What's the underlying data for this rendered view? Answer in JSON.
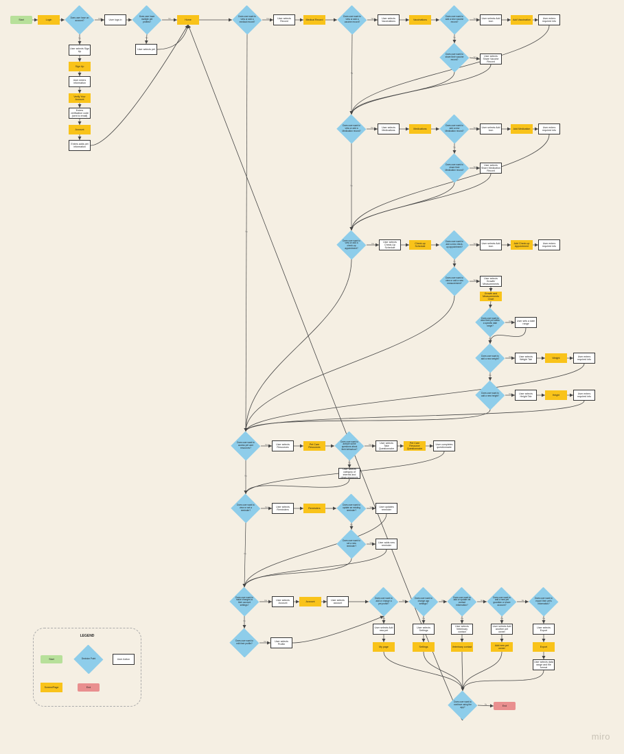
{
  "nodes": [
    {
      "id": "start",
      "type": "start",
      "text": "Start"
    },
    {
      "id": "login",
      "type": "screen",
      "text": "Login"
    },
    {
      "id": "d_account",
      "type": "decision",
      "text": "Does user have an account?"
    },
    {
      "id": "signin",
      "type": "action",
      "text": "User logs in"
    },
    {
      "id": "d_multipets",
      "type": "decision",
      "text": "Does user have multiple pet profiles?"
    },
    {
      "id": "selectpet",
      "type": "action",
      "text": "User selects pet"
    },
    {
      "id": "home",
      "type": "screen",
      "text": "Home"
    },
    {
      "id": "signup_sel",
      "type": "action",
      "text": "User selects Sign Up"
    },
    {
      "id": "signup",
      "type": "screen",
      "text": "Sign Up"
    },
    {
      "id": "enterinfo",
      "type": "action",
      "text": "User enters information"
    },
    {
      "id": "verify",
      "type": "screen",
      "text": "Verify Your Account"
    },
    {
      "id": "entercode",
      "type": "action",
      "text": "Enters verification code (sent to email)"
    },
    {
      "id": "account1",
      "type": "screen",
      "text": "Account"
    },
    {
      "id": "addpetinfo",
      "type": "action",
      "text": "Enters adds pet information"
    },
    {
      "id": "d_records",
      "type": "decision",
      "text": "Does user want to view or add a medical record?"
    },
    {
      "id": "sel_records",
      "type": "action",
      "text": "User selects Record"
    },
    {
      "id": "medrec",
      "type": "screen",
      "text": "Medical Record"
    },
    {
      "id": "d_vacc",
      "type": "decision",
      "text": "Does user want to view or add a vaccine record?"
    },
    {
      "id": "sel_vacc",
      "type": "action",
      "text": "User selects Vaccinations"
    },
    {
      "id": "vacc",
      "type": "screen",
      "text": "Vaccinations"
    },
    {
      "id": "d_vacc_add",
      "type": "decision",
      "text": "Does user want to add a new vaccine record?"
    },
    {
      "id": "sel_add_vacc",
      "type": "action",
      "text": "User selects Add Icon"
    },
    {
      "id": "add_vacc",
      "type": "screen",
      "text": "Add Vaccination"
    },
    {
      "id": "info_vacc",
      "type": "action",
      "text": "User enters required info"
    },
    {
      "id": "d_vacc_share",
      "type": "decision",
      "text": "Does user want to share their vaccine record?"
    },
    {
      "id": "share_vacc",
      "type": "action",
      "text": "User selects Share Vaccine Record"
    },
    {
      "id": "d_med",
      "type": "decision",
      "text": "Does user want to view or add a Medication record?"
    },
    {
      "id": "sel_med",
      "type": "action",
      "text": "User selects Medications"
    },
    {
      "id": "med",
      "type": "screen",
      "text": "Medications"
    },
    {
      "id": "d_med_add",
      "type": "decision",
      "text": "Does user want to add a new Medication record?"
    },
    {
      "id": "sel_add_med",
      "type": "action",
      "text": "User selects Add Icon"
    },
    {
      "id": "add_med",
      "type": "screen",
      "text": "Add Medication"
    },
    {
      "id": "info_med",
      "type": "action",
      "text": "User enters required info"
    },
    {
      "id": "d_med_share",
      "type": "decision",
      "text": "Does user want to share their Medication record?"
    },
    {
      "id": "share_med",
      "type": "action",
      "text": "User selects Share Medication Record"
    },
    {
      "id": "d_checkup",
      "type": "decision",
      "text": "Does user want to view or add a check-up appointment?"
    },
    {
      "id": "sel_checkup",
      "type": "action",
      "text": "User selects Check-Up Schedule"
    },
    {
      "id": "checkup",
      "type": "screen",
      "text": "Check-up Schedule"
    },
    {
      "id": "d_checkup_add",
      "type": "decision",
      "text": "Does user want to add a new check-up appointment?"
    },
    {
      "id": "sel_add_checkup",
      "type": "action",
      "text": "User selects Add Icon"
    },
    {
      "id": "add_checkup",
      "type": "screen",
      "text": "Add Check-up Appointment"
    },
    {
      "id": "info_checkup",
      "type": "action",
      "text": "User enters required info"
    },
    {
      "id": "d_growth",
      "type": "decision",
      "text": "Does user want to view or add a new measurement?"
    },
    {
      "id": "sel_growth",
      "type": "action",
      "text": "User selects Growth/ Measurements"
    },
    {
      "id": "growth",
      "type": "screen",
      "text": "Growth and Measurements Chart"
    },
    {
      "id": "d_daterange",
      "type": "decision",
      "text": "Does user want to view their pet within a specific date range?"
    },
    {
      "id": "sel_daterange",
      "type": "action",
      "text": "User sets a date range"
    },
    {
      "id": "d_weight",
      "type": "decision",
      "text": "Does user want to add a new weight?"
    },
    {
      "id": "sel_weight",
      "type": "action",
      "text": "User selects Weight Tab"
    },
    {
      "id": "weight",
      "type": "screen",
      "text": "Weight"
    },
    {
      "id": "info_weight",
      "type": "action",
      "text": "User enters required info"
    },
    {
      "id": "d_height",
      "type": "decision",
      "text": "Does user want to add a new height?"
    },
    {
      "id": "sel_height",
      "type": "action",
      "text": "User selects Height Tab"
    },
    {
      "id": "height",
      "type": "screen",
      "text": "Height"
    },
    {
      "id": "info_height",
      "type": "action",
      "text": "User enters required info"
    },
    {
      "id": "d_resources",
      "type": "decision",
      "text": "Does user want to access pet care resources?"
    },
    {
      "id": "sel_resources",
      "type": "action",
      "text": "User selects Resources"
    },
    {
      "id": "petcare",
      "type": "screen",
      "text": "Pet Care Resources"
    },
    {
      "id": "d_quest",
      "type": "decision",
      "text": "Does user want to answer some questions about their behaviour?"
    },
    {
      "id": "sel_quest",
      "type": "action",
      "text": "User selects Take Questionnaire"
    },
    {
      "id": "quest",
      "type": "screen",
      "text": "Pet Care Resource Questionnaire"
    },
    {
      "id": "complete_quest",
      "type": "action",
      "text": "User completes questionnaire"
    },
    {
      "id": "sel_category",
      "type": "action",
      "text": "User selects category of interest and views resources"
    },
    {
      "id": "d_reminders",
      "type": "decision",
      "text": "Does user want to view or set a reminder?"
    },
    {
      "id": "sel_reminders",
      "type": "action",
      "text": "User selects Reminders"
    },
    {
      "id": "reminders",
      "type": "screen",
      "text": "Reminders"
    },
    {
      "id": "d_rem_update",
      "type": "decision",
      "text": "Does user want to update an existing reminder?"
    },
    {
      "id": "update_rem",
      "type": "action",
      "text": "User updates reminder"
    },
    {
      "id": "d_rem_new",
      "type": "decision",
      "text": "Does user want to set a new reminder?"
    },
    {
      "id": "add_rem",
      "type": "action",
      "text": "User adds new reminder"
    },
    {
      "id": "d_account_settings",
      "type": "decision",
      "text": "Does user want to make changes to their account settings?"
    },
    {
      "id": "sel_account",
      "type": "action",
      "text": "User selects Account"
    },
    {
      "id": "account2",
      "type": "screen",
      "text": "Account"
    },
    {
      "id": "sel_account2",
      "type": "action",
      "text": "User selects account"
    },
    {
      "id": "d_profile",
      "type": "decision",
      "text": "Does user want to edit their profile?"
    },
    {
      "id": "sel_profile",
      "type": "action",
      "text": "User selects Profile"
    },
    {
      "id": "d_addpet",
      "type": "decision",
      "text": "Does user want to add or change a pet profile?"
    },
    {
      "id": "d_settings",
      "type": "decision",
      "text": "Does user want to change app settings?"
    },
    {
      "id": "d_vetcontact",
      "type": "decision",
      "text": "Does user want to add or update vet contact information?"
    },
    {
      "id": "d_guardian",
      "type": "decision",
      "text": "Does user want to add a new pet guardian or share account?"
    },
    {
      "id": "d_export",
      "type": "decision",
      "text": "Does user want to export their pet's information?"
    },
    {
      "id": "sel_addnewpet",
      "type": "action",
      "text": "User selects Add new pet"
    },
    {
      "id": "sel_settings",
      "type": "action",
      "text": "User selects Settings"
    },
    {
      "id": "sel_vetcontact",
      "type": "action",
      "text": "User selects Veterinary contact"
    },
    {
      "id": "sel_guardian",
      "type": "action",
      "text": "User selects Add another pet owner"
    },
    {
      "id": "sel_export",
      "type": "action",
      "text": "User selects Export"
    },
    {
      "id": "mypage",
      "type": "screen",
      "text": "My page"
    },
    {
      "id": "settings",
      "type": "screen",
      "text": "Settings"
    },
    {
      "id": "vetcontact",
      "type": "screen",
      "text": "Veterinary contact"
    },
    {
      "id": "guardian",
      "type": "screen",
      "text": "Add new pet owner"
    },
    {
      "id": "export",
      "type": "screen",
      "text": "Export"
    },
    {
      "id": "export_range",
      "type": "action",
      "text": "User selects data range and file format"
    },
    {
      "id": "d_done",
      "type": "decision",
      "text": "Does user want to continue using the app?"
    },
    {
      "id": "end",
      "type": "end",
      "text": "End"
    }
  ],
  "edge_labels": {
    "yes": "Yes",
    "no": "No"
  },
  "legend": {
    "title": "LEGEND",
    "items": [
      {
        "type": "start",
        "text": "Start"
      },
      {
        "type": "decision",
        "text": "Decision Point"
      },
      {
        "type": "action",
        "text": "User Action"
      },
      {
        "type": "screen",
        "text": "Screen/Page"
      },
      {
        "type": "end",
        "text": "End"
      }
    ]
  },
  "watermark": "miro",
  "colors": {
    "background": "#f5efe3",
    "start": "#b7e09a",
    "screen": "#f9c31a",
    "decision": "#8ecdea",
    "end": "#e98f8f",
    "line": "#444444"
  }
}
